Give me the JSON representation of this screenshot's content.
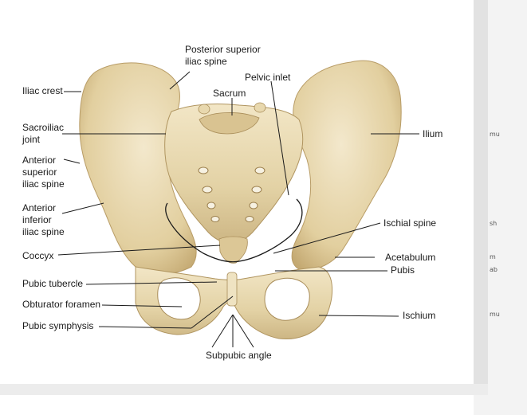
{
  "labels": {
    "iliac_crest": "Iliac crest",
    "psis_line1": "Posterior superior",
    "psis_line2": "iliac spine",
    "sacrum": "Sacrum",
    "pelvic_inlet": "Pelvic inlet",
    "sacroiliac_line1": "Sacroiliac",
    "sacroiliac_line2": "joint",
    "ilium": "Ilium",
    "asis_line1": "Anterior",
    "asis_line2": "superior",
    "asis_line3": "iliac spine",
    "aiis_line1": "Anterior",
    "aiis_line2": "inferior",
    "aiis_line3": "iliac spine",
    "ischial_spine": "Ischial spine",
    "coccyx": "Coccyx",
    "acetabulum": "Acetabulum",
    "pubis": "Pubis",
    "pubic_tubercle": "Pubic tubercle",
    "obturator_foramen": "Obturator foramen",
    "ischium": "Ischium",
    "pubic_symphysis": "Pubic symphysis",
    "subpubic_angle": "Subpubic angle"
  },
  "edge_text": [
    "mu",
    "sh",
    "m",
    "ab",
    "mu"
  ],
  "colors": {
    "bone": "#e8d9b0",
    "bone_shadow": "#c9b27e",
    "bone_highlight": "#f4ead0",
    "canvas_edge": "#d8d8d8",
    "line": "#1a1a1a"
  }
}
